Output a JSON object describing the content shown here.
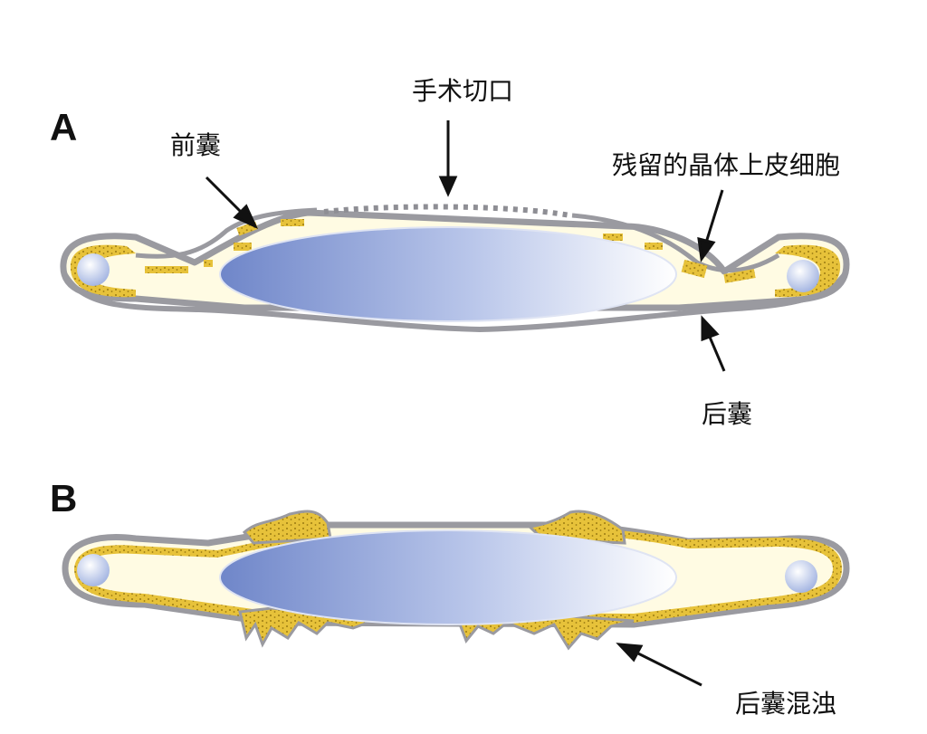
{
  "panels": {
    "a": {
      "letter": "A"
    },
    "b": {
      "letter": "B"
    }
  },
  "labels": {
    "incision": "手术切口",
    "anterior_capsule": "前囊",
    "residual_cells": "残留的晶体上皮细胞",
    "posterior_capsule": "后囊",
    "pco": "后囊混浊"
  },
  "colors": {
    "capsule": "#9a9aa0",
    "epithelial_cells": "#e7c23a",
    "lens_dark": "#6f86c9",
    "lens_light": "#ffffff",
    "haptic": "#c7d2ee",
    "capsule_fill": "#fffbe3"
  }
}
